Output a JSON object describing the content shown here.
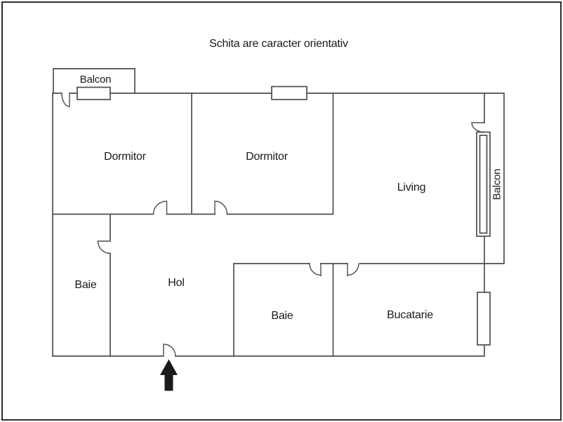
{
  "title": "Schita are caracter orientativ",
  "rooms": {
    "balcony_top": {
      "label": "Balcon"
    },
    "bedroom_1": {
      "label": "Dormitor"
    },
    "bedroom_2": {
      "label": "Dormitor"
    },
    "living": {
      "label": "Living"
    },
    "balcony_right": {
      "label": "Balcon"
    },
    "bathroom_1": {
      "label": "Baie"
    },
    "hall": {
      "label": "Hol"
    },
    "bathroom_2": {
      "label": "Baie"
    },
    "kitchen": {
      "label": "Bucatarie"
    }
  },
  "colors": {
    "background": "#ffffff",
    "border": "#2e2e2e",
    "wall": "#4d4d4d",
    "text": "#1a1a1a",
    "arrow": "#1a1a1a"
  }
}
